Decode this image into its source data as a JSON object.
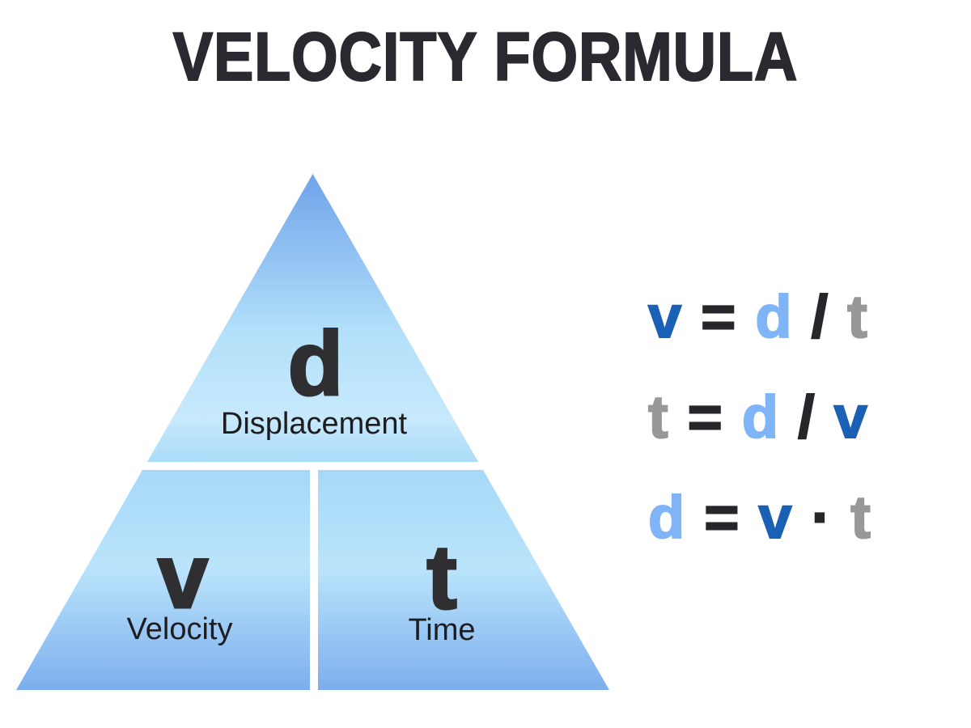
{
  "title": "VELOCITY FORMULA",
  "colors": {
    "title": "#2a2930",
    "symbol": "#2f2f31",
    "label": "#1d1d1f",
    "v": "#1a60b4",
    "d": "#7fb5f7",
    "t": "#96989a",
    "op": "#26272b",
    "background": "#ffffff",
    "tri_top_start": "#6fa3ea",
    "tri_top_mid": "#b3e0fa",
    "tri_top_light": "#c7e9fc",
    "tri_top_end": "#aadcf8",
    "tri_bottom_start": "#a6d9f8",
    "tri_bottom_mid": "#bae4fb",
    "tri_bottom_end": "#7caeee"
  },
  "triangle": {
    "top": {
      "symbol": "d",
      "label": "Displacement"
    },
    "bottom_left": {
      "symbol": "v",
      "label": "Velocity"
    },
    "bottom_right": {
      "symbol": "t",
      "label": "Time"
    }
  },
  "formulas": [
    {
      "tokens": [
        {
          "text": "v",
          "color": "v"
        },
        {
          "text": "=",
          "color": "op"
        },
        {
          "text": "d",
          "color": "d"
        },
        {
          "text": "/",
          "color": "op"
        },
        {
          "text": "t",
          "color": "t"
        }
      ]
    },
    {
      "tokens": [
        {
          "text": "t",
          "color": "t"
        },
        {
          "text": "=",
          "color": "op"
        },
        {
          "text": "d",
          "color": "d"
        },
        {
          "text": "/",
          "color": "op"
        },
        {
          "text": "v",
          "color": "v"
        }
      ]
    },
    {
      "tokens": [
        {
          "text": "d",
          "color": "d"
        },
        {
          "text": "=",
          "color": "op"
        },
        {
          "text": "v",
          "color": "v"
        },
        {
          "text": "·",
          "color": "op"
        },
        {
          "text": "t",
          "color": "t"
        }
      ]
    }
  ]
}
